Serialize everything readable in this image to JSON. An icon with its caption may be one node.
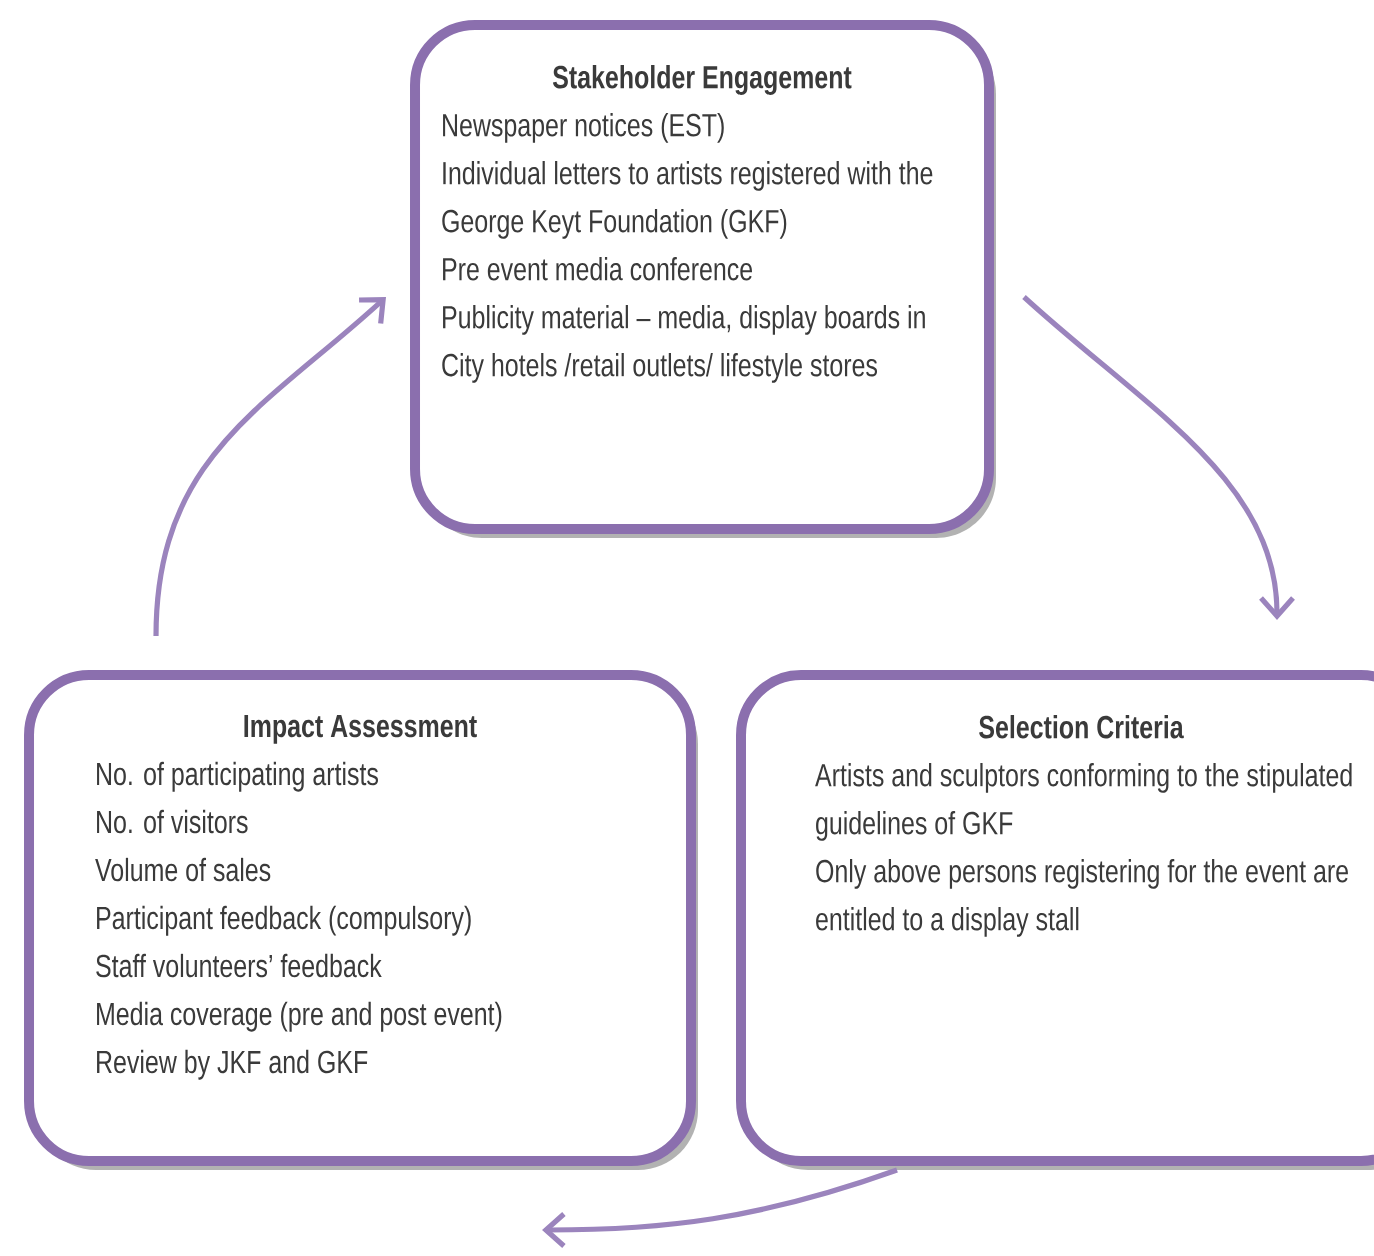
{
  "diagram": {
    "nodes": [
      {
        "text": [
          "Stakeholder Engagement",
          "Newspaper notices (EST)",
          "Individual letters to artists registered with the George Keyt Foundation (GKF)",
          "Pre event media conference",
          "Publicity material – media, display boards in City hotels /retail outlets/ lifestyle stores"
        ]
      },
      {
        "text": [
          "Impact Assessment",
          "No. of participating artists",
          "No. of visitors",
          "Volume of sales",
          "Participant feedback (compulsory)",
          "Staff volunteers’ feedback",
          "Media coverage (pre and post event)",
          "Review by JKF and GKF"
        ]
      },
      {
        "text": [
          "Selection Criteria",
          "Artists and sculptors conforming to the stipulated guidelines of GKF",
          "Only above persons registering for the event are entitled to a display stall"
        ]
      }
    ],
    "edges": [
      {
        "from": 0,
        "to": 2,
        "arrow": "to"
      },
      {
        "from": 2,
        "to": 1,
        "arrow": "to"
      },
      {
        "from": 1,
        "to": 0,
        "arrow": "to"
      }
    ]
  }
}
